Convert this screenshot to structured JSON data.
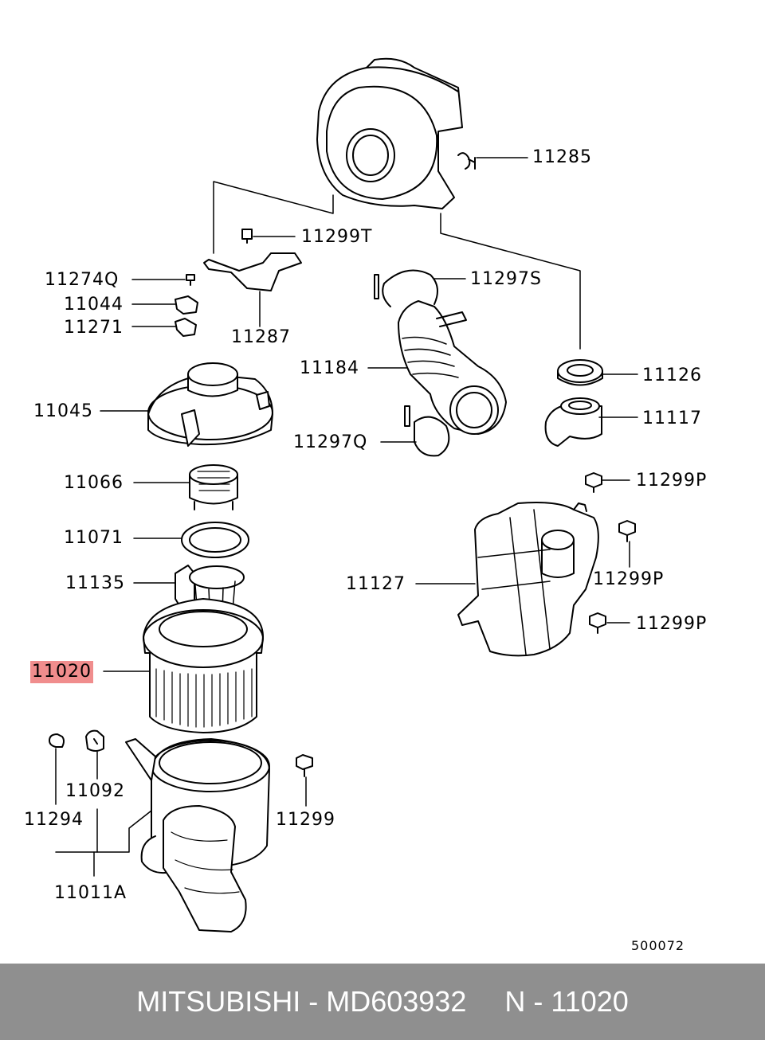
{
  "labels": {
    "p11285": "11285",
    "p11299T": "11299T",
    "p11274Q": "11274Q",
    "p11044": "11044",
    "p11271": "11271",
    "p11287": "11287",
    "p11297S": "11297S",
    "p11184": "11184",
    "p11126": "11126",
    "p11045": "11045",
    "p11117": "11117",
    "p11297Q": "11297Q",
    "p11066": "11066",
    "p11299P_a": "11299P",
    "p11071": "11071",
    "p11299P_b": "11299P",
    "p11135": "11135",
    "p11127": "11127",
    "p11299P_c": "11299P",
    "p11020": "11020",
    "p11092": "11092",
    "p11294": "11294",
    "p11299": "11299",
    "p11011A": "11011A"
  },
  "highlight": {
    "part": "11020",
    "color": "#f08d8d"
  },
  "diagram_code": "500072",
  "footer": {
    "brand_part": "MITSUBISHI - MD603932",
    "ref": "N - 11020",
    "background": "#8f8f8f"
  }
}
